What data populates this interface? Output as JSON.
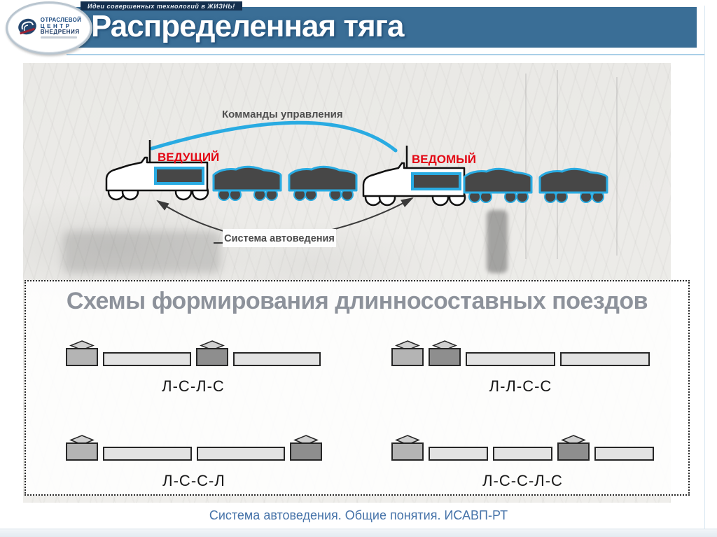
{
  "header": {
    "slogan": "Идеи совершенных технологий в ЖИЗНЬ!",
    "title": "Распределенная тяга",
    "logo": {
      "line1": "ОТРАСЛЕВОЙ",
      "line2": "ЦЕНТР",
      "line3": "ВНЕДРЕНИЯ"
    }
  },
  "illustration": {
    "command_label": "Комманды управления",
    "lead_label": "ВЕДУЩИЙ",
    "slave_label": "ВЕДОМЫЙ",
    "system_label": "Система автоведения"
  },
  "schemes": {
    "title": "Схемы формирования длинносоставных поездов",
    "items": [
      {
        "label": "Л-С-Л-С",
        "sequence": [
          "loco_lead",
          "wagon",
          "loco_slave",
          "wagon"
        ]
      },
      {
        "label": "Л-Л-С-С",
        "sequence": [
          "loco_lead",
          "loco_slave",
          "wagon",
          "wagon"
        ]
      },
      {
        "label": "Л-С-С-Л",
        "sequence": [
          "loco_lead",
          "wagon",
          "wagon",
          "loco_slave"
        ]
      },
      {
        "label": "Л-С-С-Л-С",
        "sequence": [
          "loco_lead",
          "wagon",
          "wagon",
          "loco_slave",
          "wagon"
        ]
      }
    ]
  },
  "footer": {
    "text": "Система автоведения. Общие понятия. ИСАВП-РТ"
  },
  "colors": {
    "accent_blue": "#29abe2",
    "label_red": "#e30613",
    "footer_blue": "#4673a9",
    "title_gray": "#8d929b",
    "loco_lead": "#b4b4b4",
    "loco_slave": "#8e8e8e",
    "wagon_light": "#e2e2e2",
    "wagon_dark": "#474747"
  }
}
